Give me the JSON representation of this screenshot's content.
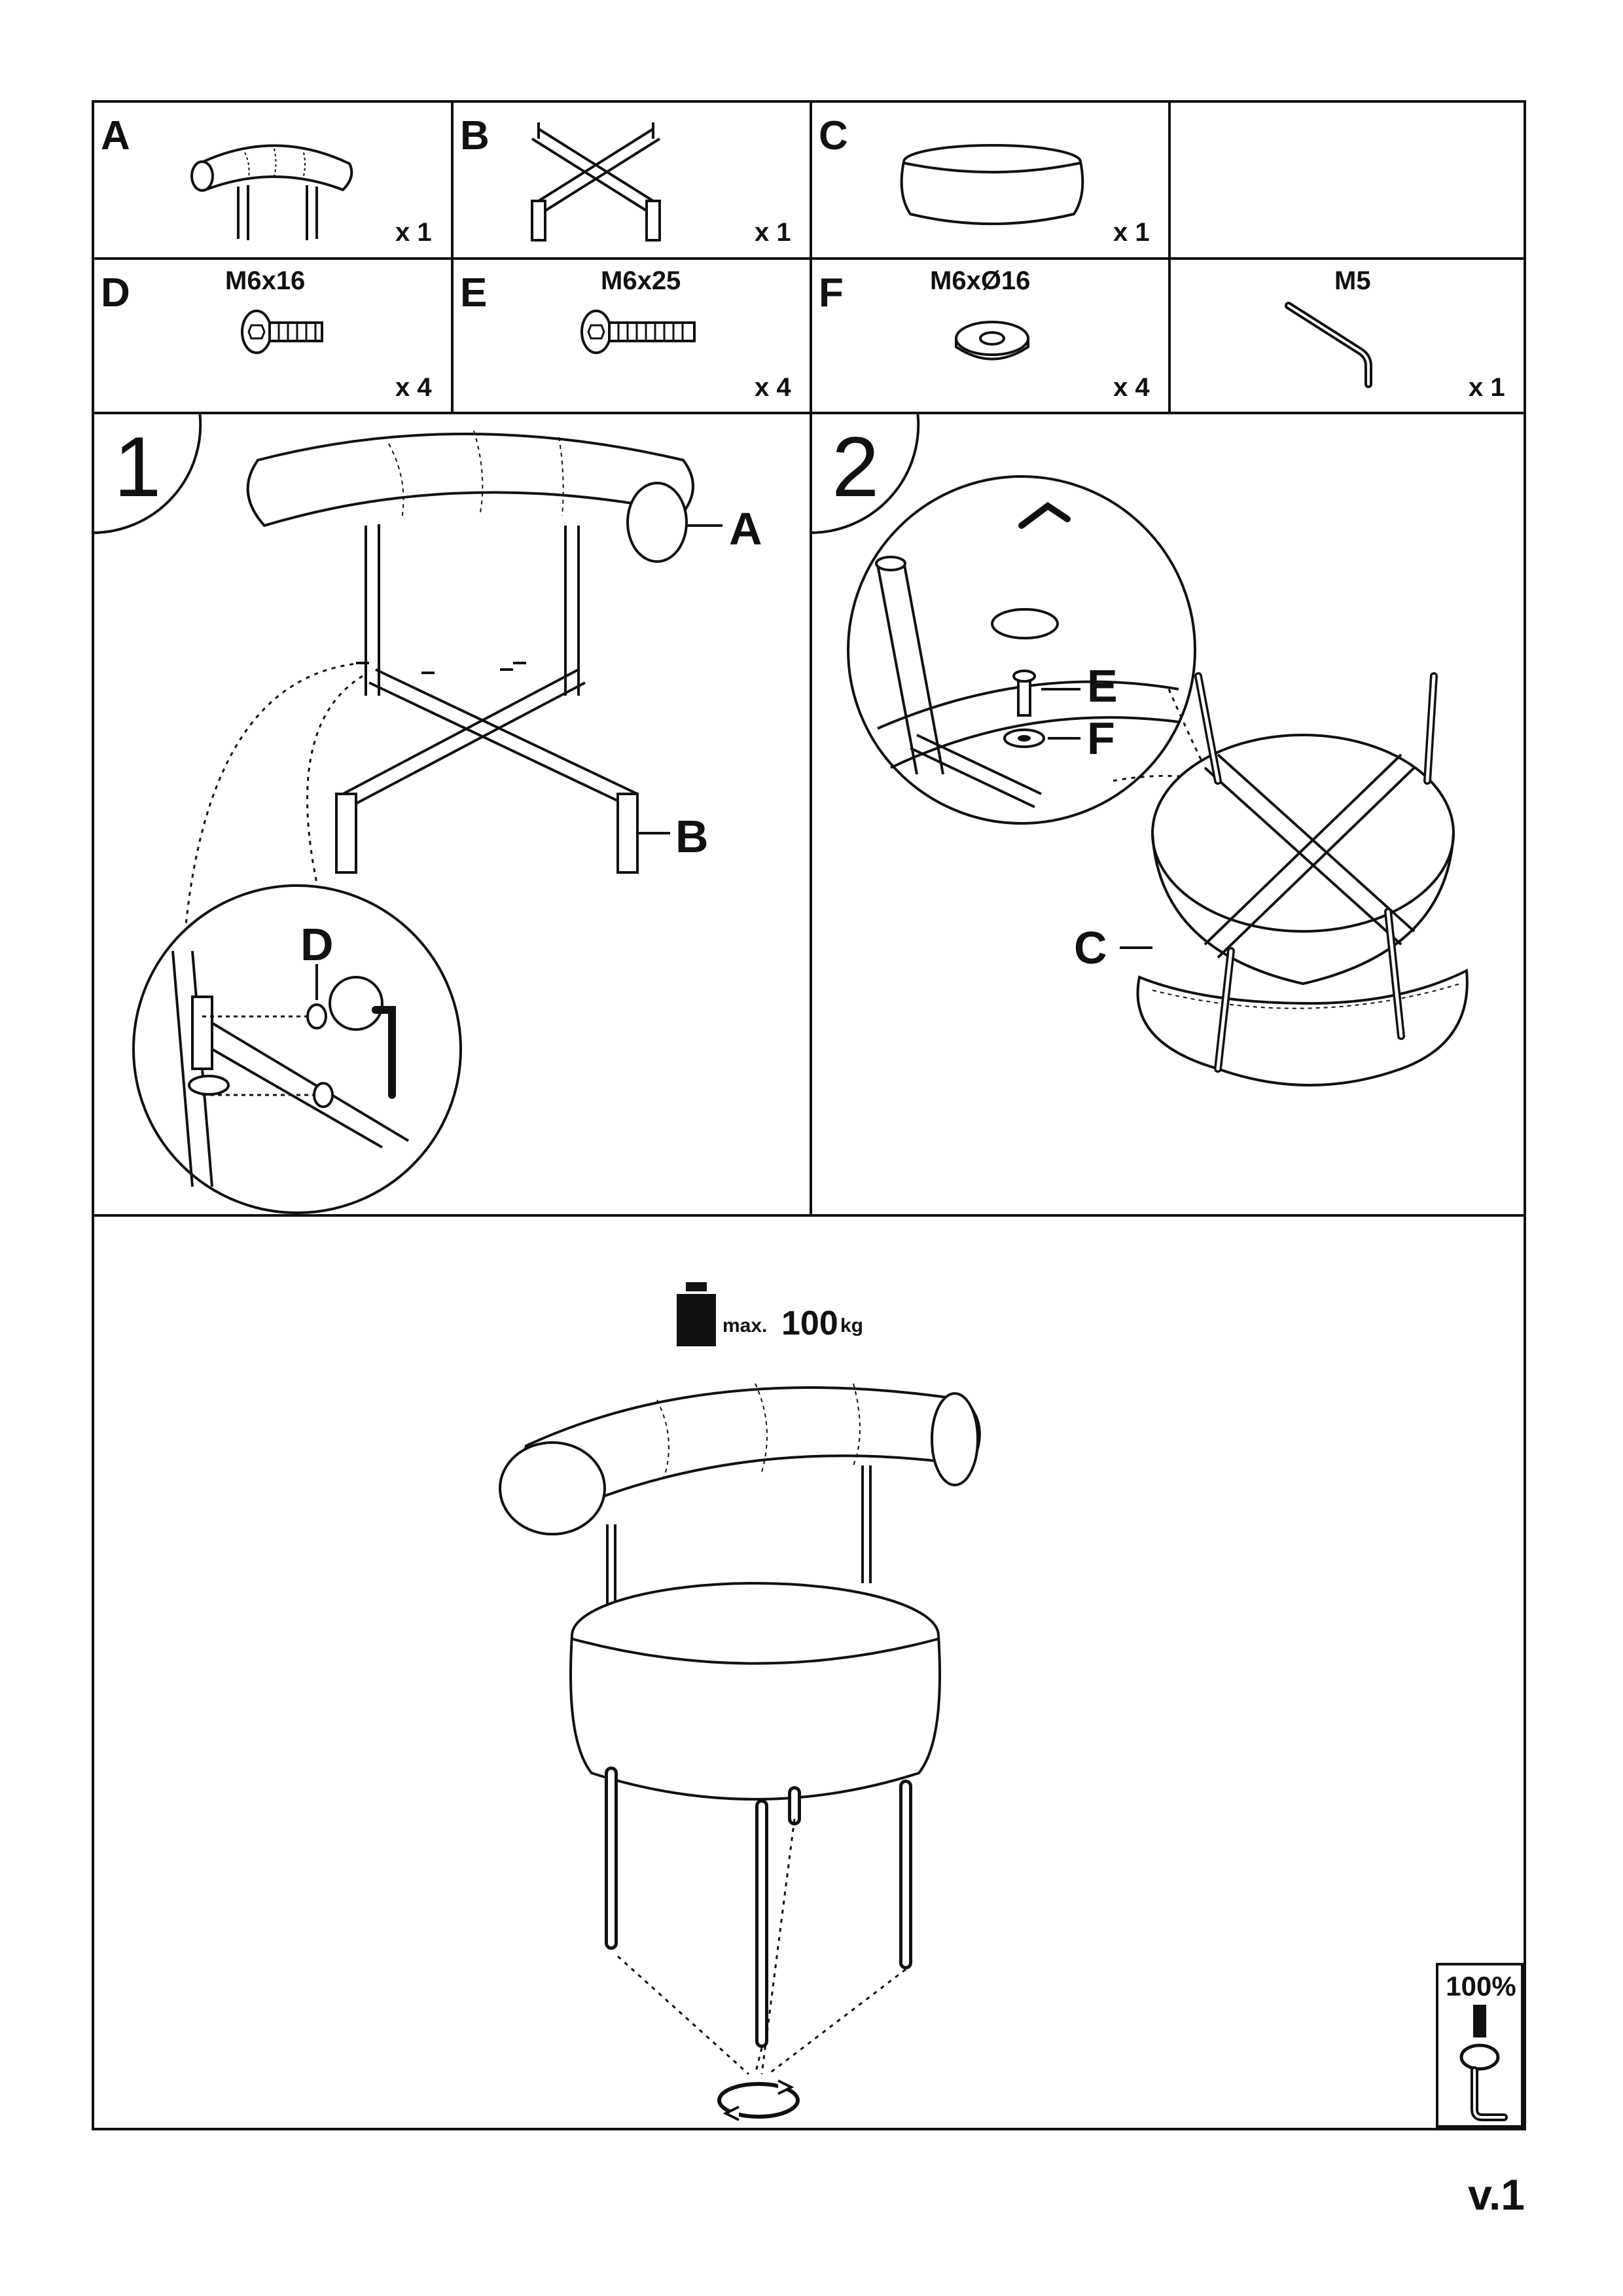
{
  "parts": [
    {
      "letter": "A",
      "quantity": "x 1",
      "size": ""
    },
    {
      "letter": "B",
      "quantity": "x 1",
      "size": ""
    },
    {
      "letter": "C",
      "quantity": "x 1",
      "size": ""
    },
    {
      "letter": "D",
      "quantity": "x 4",
      "size": "M6x16"
    },
    {
      "letter": "E",
      "quantity": "x 4",
      "size": "M6x25"
    },
    {
      "letter": "F",
      "quantity": "x 4",
      "size": "M6xØ16"
    },
    {
      "letter": "",
      "quantity": "x 1",
      "size": "M5"
    }
  ],
  "steps": [
    {
      "number": "1",
      "callouts": [
        "A",
        "B",
        "D"
      ]
    },
    {
      "number": "2",
      "callouts": [
        "E",
        "F",
        "C"
      ]
    }
  ],
  "load": {
    "prefix": "max.",
    "value": "100",
    "unit": "kg"
  },
  "tighten": {
    "label": "100%"
  },
  "version": "v.1",
  "icons": [
    "backrest-part-icon",
    "frame-part-icon",
    "seat-part-icon",
    "bolt-icon",
    "washer-icon",
    "allen-key-icon",
    "weight-icon",
    "rotate-arrow-icon"
  ]
}
